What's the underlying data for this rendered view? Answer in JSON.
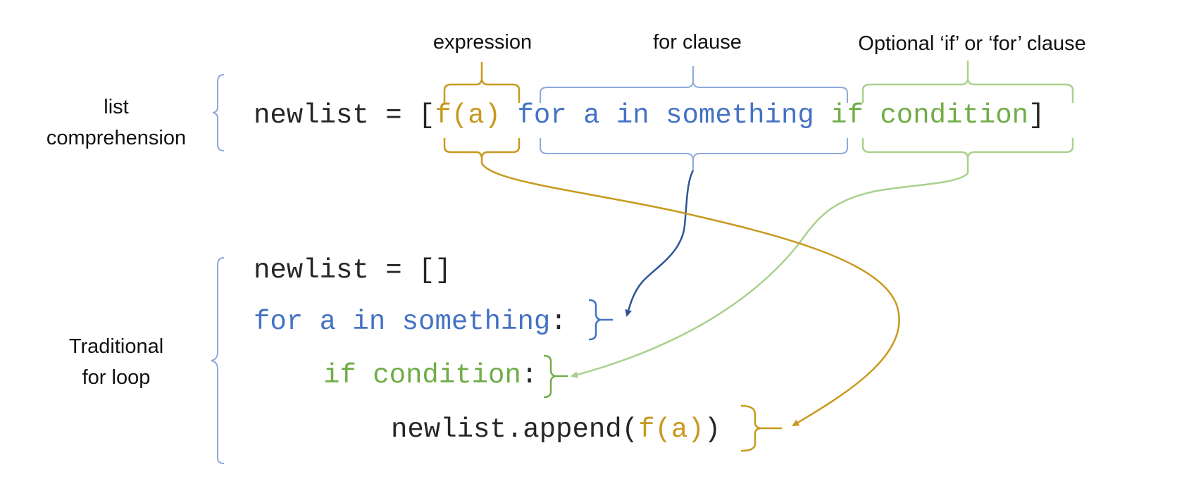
{
  "labels": {
    "list_comprehension": [
      "list",
      "comprehension"
    ],
    "traditional_loop": [
      "Traditional",
      "for loop"
    ],
    "expression": "expression",
    "for_clause": "for clause",
    "optional_clause": "Optional ‘if’ or ‘for’ clause"
  },
  "code": {
    "comprehension": [
      {
        "text": "newlist = [",
        "kind": "default"
      },
      {
        "text": "f(a)",
        "kind": "expr"
      },
      {
        "text": " ",
        "kind": "default"
      },
      {
        "text": "for a in something",
        "kind": "for"
      },
      {
        "text": " ",
        "kind": "default"
      },
      {
        "text": "if condition",
        "kind": "if"
      },
      {
        "text": "]",
        "kind": "default"
      }
    ],
    "loop_line1": [
      {
        "text": "newlist = []",
        "kind": "default"
      }
    ],
    "loop_line2": [
      {
        "text": "for a in something",
        "kind": "for"
      },
      {
        "text": ":",
        "kind": "default"
      }
    ],
    "loop_line3": [
      {
        "text": "if condition",
        "kind": "if"
      },
      {
        "text": ":",
        "kind": "default"
      }
    ],
    "loop_line4": [
      {
        "text": "newlist.append(",
        "kind": "default"
      },
      {
        "text": "f(a)",
        "kind": "expr"
      },
      {
        "text": ")",
        "kind": "default"
      }
    ]
  },
  "colors": {
    "expression": "#C8991E",
    "for_clause_light": "#8EA9DB",
    "for_clause_dark": "#2F5597",
    "if_clause": "#A9D18E",
    "if_text": "#70AD47",
    "for_text": "#4472C4",
    "default_text": "#262626",
    "group_bracket": "#8EA9DB"
  }
}
